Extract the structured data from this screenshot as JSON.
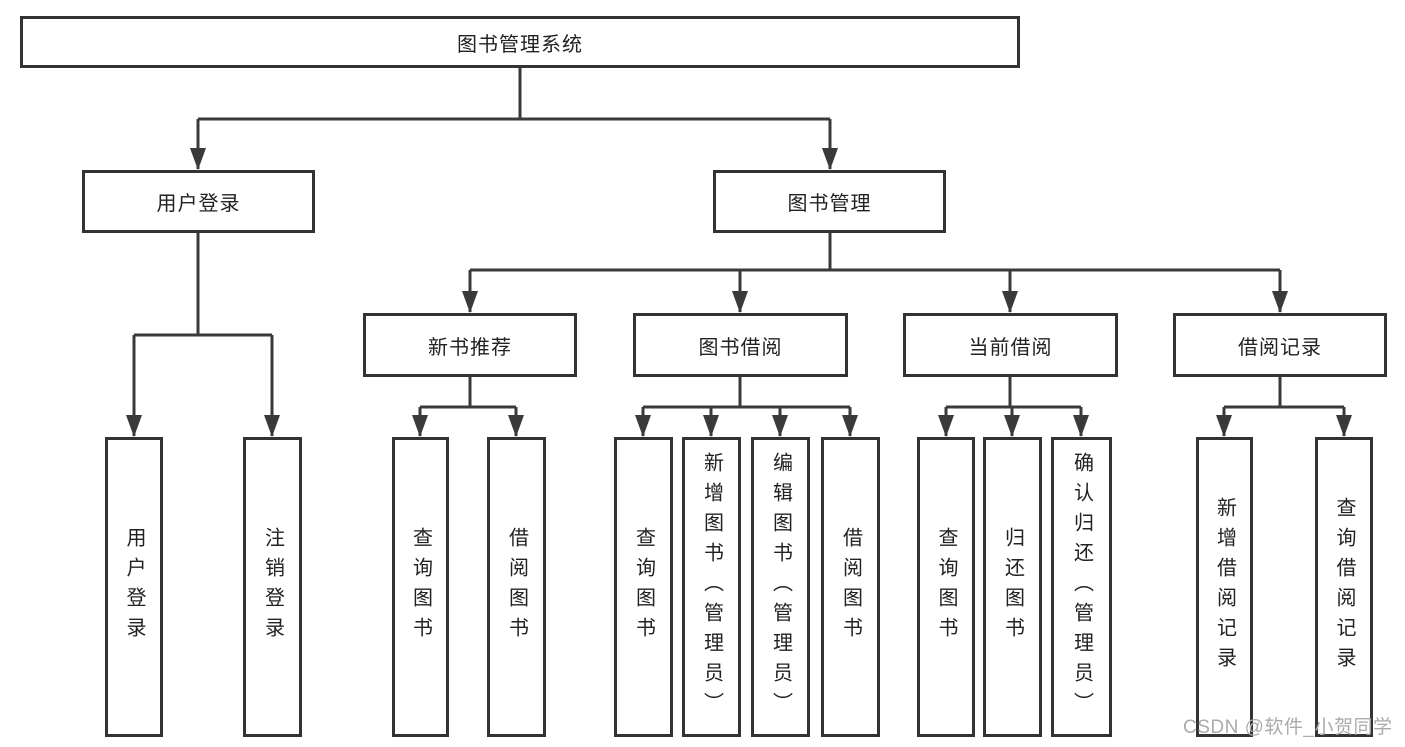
{
  "tree": {
    "root": {
      "label": "图书管理系统"
    },
    "children": [
      {
        "label": "用户登录",
        "children": [
          {
            "label": "用户登录"
          },
          {
            "label": "注销登录"
          }
        ]
      },
      {
        "label": "图书管理",
        "children": [
          {
            "label": "新书推荐",
            "children": [
              {
                "label": "查询图书"
              },
              {
                "label": "借阅图书"
              }
            ]
          },
          {
            "label": "图书借阅",
            "children": [
              {
                "label": "查询图书"
              },
              {
                "label": "新增图书（管理员）"
              },
              {
                "label": "编辑图书（管理员）"
              },
              {
                "label": "借阅图书"
              }
            ]
          },
          {
            "label": "当前借阅",
            "children": [
              {
                "label": "查询图书"
              },
              {
                "label": "归还图书"
              },
              {
                "label": "确认归还（管理员）"
              }
            ]
          },
          {
            "label": "借阅记录",
            "children": [
              {
                "label": "新增借阅记录"
              },
              {
                "label": "查询借阅记录"
              }
            ]
          }
        ]
      }
    ]
  },
  "watermark": {
    "text": "CSDN @软件_小贺同学"
  },
  "colors": {
    "line": "#3a3a3a",
    "box_border": "#333333",
    "text": "#222222",
    "background": "#ffffff",
    "watermark": "#ababab"
  }
}
